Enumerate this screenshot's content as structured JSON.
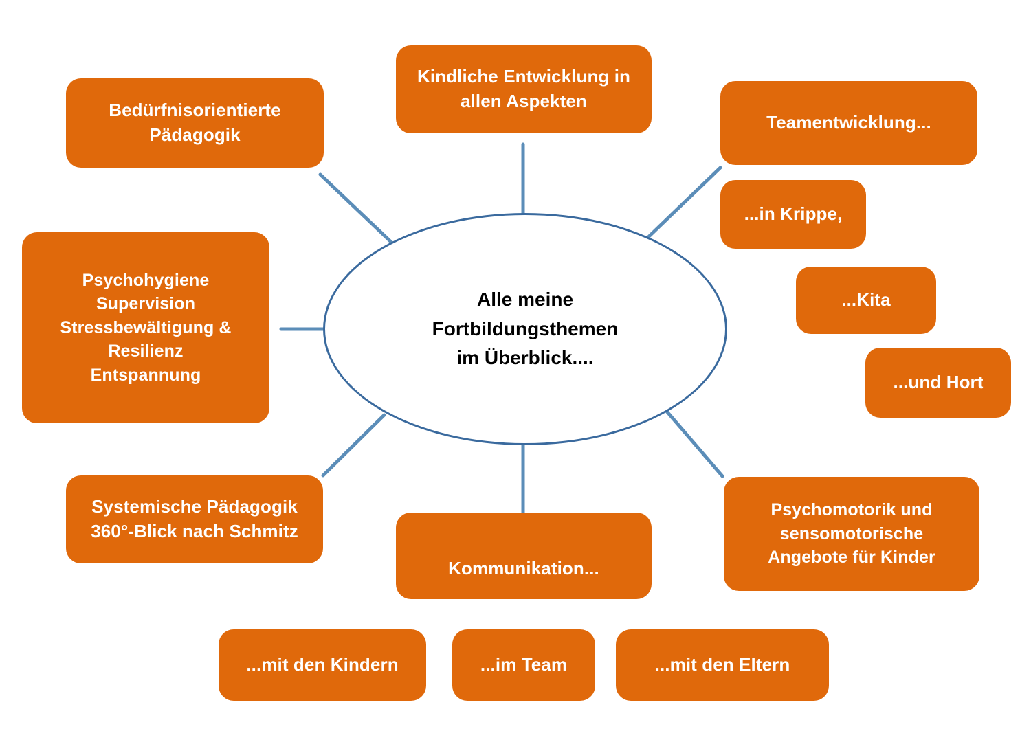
{
  "diagram": {
    "title": "Alle meine Fortbildungsthemen im Überblick....",
    "type": "mind-map",
    "background_color": "#FFFFFF",
    "node_fill_color": "#E0690B",
    "node_text_color": "#FFFFFF",
    "center_outline_color": "#3A6A9E",
    "center_text_color": "#000000",
    "connector_color": "#5B8DB8"
  },
  "center": {
    "line1": "Alle meine",
    "line2": "Fortbildungsthemen",
    "line3": "im Überblick...."
  },
  "nodes": {
    "beduerfnisorientierte_paedagogik": {
      "line1": "Bedürfnisorientierte",
      "line2": "Pädagogik"
    },
    "kindliche_entwicklung": {
      "line1": "Kindliche Entwicklung in",
      "line2": "allen Aspekten"
    },
    "teamentwicklung": {
      "line1": "Teamentwicklung..."
    },
    "in_krippe": {
      "line1": "...in Krippe,"
    },
    "kita": {
      "line1": "...Kita"
    },
    "und_hort": {
      "line1": "...und Hort"
    },
    "psychohygiene": {
      "line1": "Psychohygiene",
      "line2": "Supervision",
      "line3": "Stressbewältigung &",
      "line4": "Resilienz",
      "line5": "Entspannung"
    },
    "systemische_paedagogik": {
      "line1": "Systemische Pädagogik",
      "line2": "360°-Blick nach Schmitz"
    },
    "kommunikation": {
      "line1": "Kommunikation..."
    },
    "psychomotorik": {
      "line1": "Psychomotorik und",
      "line2": "sensomotorische",
      "line3": "Angebote für Kinder"
    },
    "mit_den_kindern": {
      "line1": "...mit den Kindern"
    },
    "im_team": {
      "line1": "...im Team"
    },
    "mit_den_eltern": {
      "line1": "...mit den Eltern"
    }
  }
}
